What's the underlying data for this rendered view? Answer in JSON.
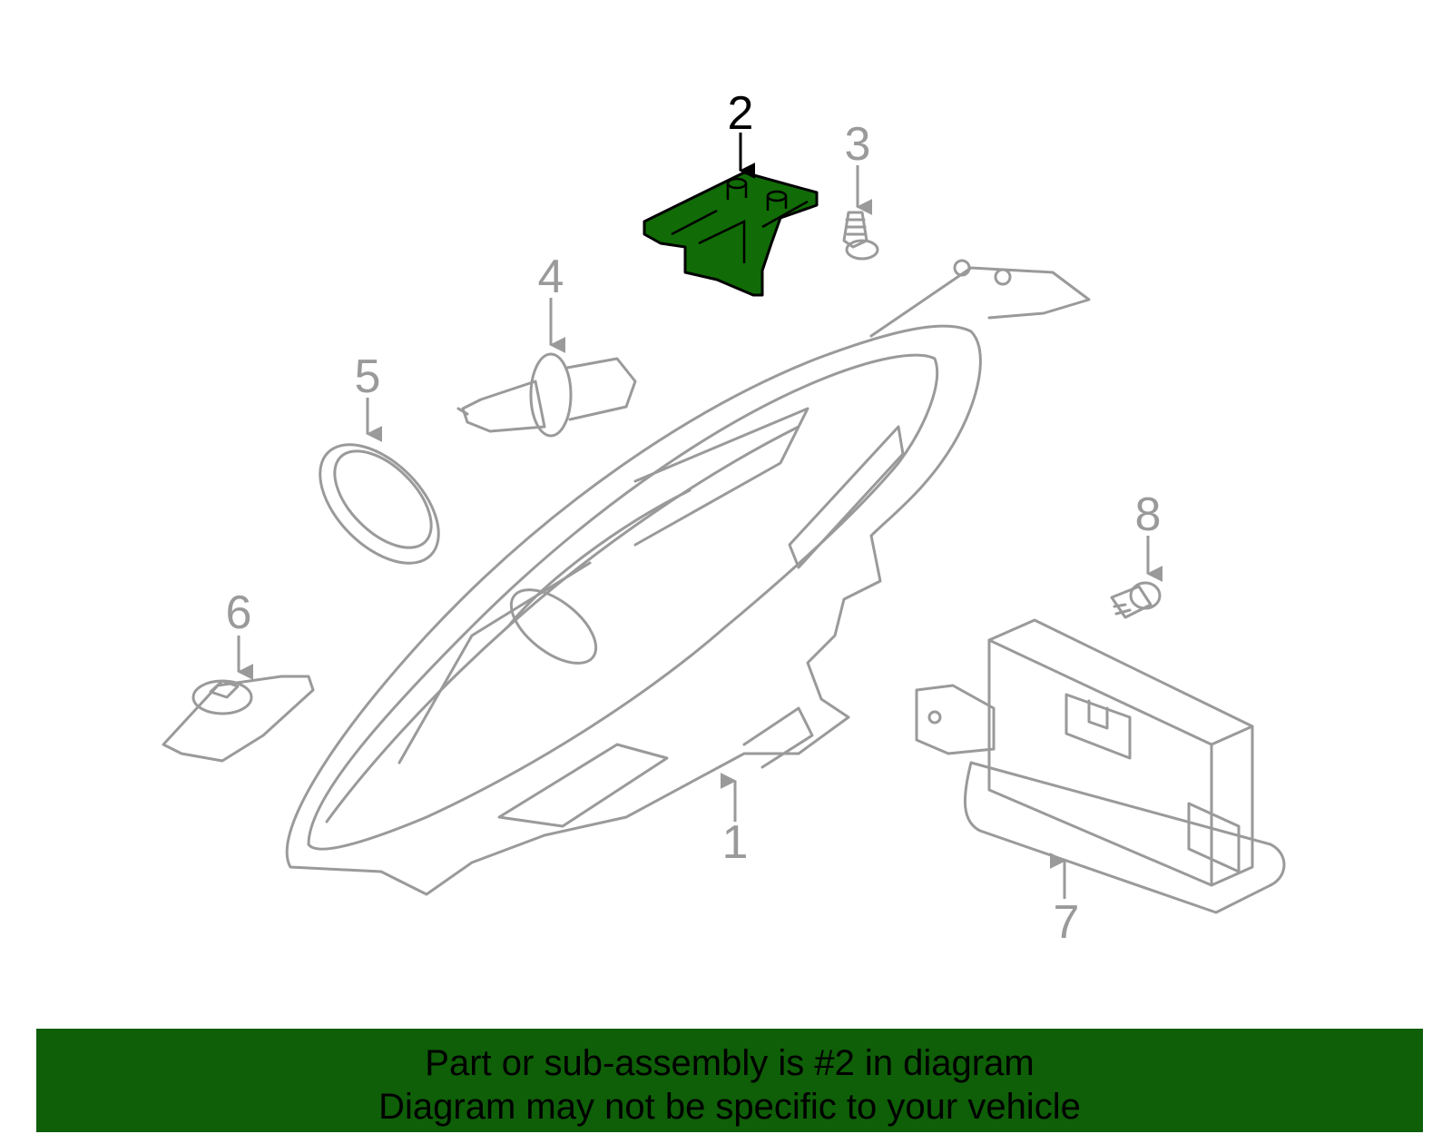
{
  "diagram": {
    "labels": [
      "1",
      "2",
      "3",
      "4",
      "5",
      "6",
      "7",
      "8"
    ],
    "highlight_color": "#116b06",
    "line_color": "#9a9a9a"
  },
  "banner": {
    "line1": "Part or sub-assembly is #2 in diagram",
    "line2": "Diagram may not be specific to your vehicle",
    "background": "#0f5e08"
  }
}
